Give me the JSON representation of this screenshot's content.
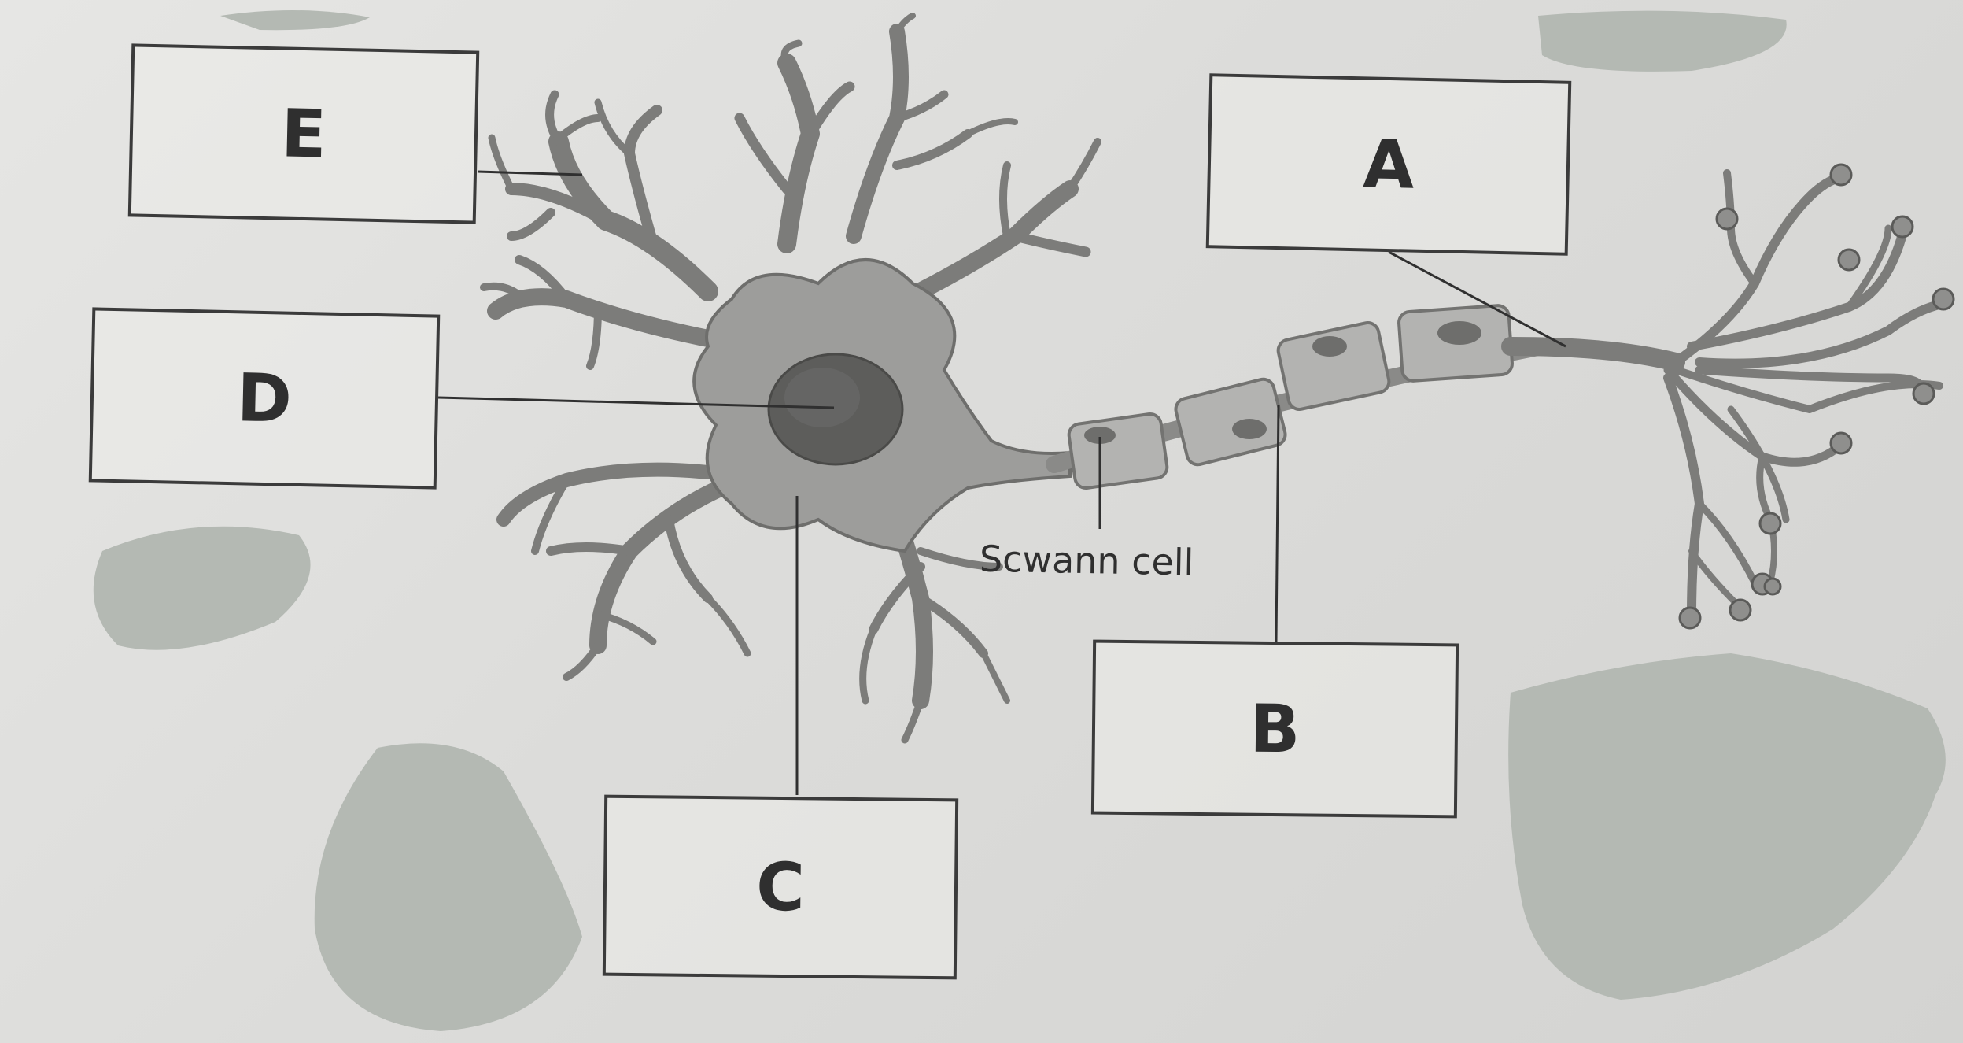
{
  "labels": {
    "a": "A",
    "b": "B",
    "c": "C",
    "d": "D",
    "e": "E"
  },
  "annotation": {
    "schwann_cell": "Scwann cell"
  },
  "colors": {
    "neuron_fill": "#9d9d9b",
    "neuron_outline": "#6e6e6c",
    "nucleus": "#5d5d5b",
    "schwann_fill": "#b3b3b1",
    "leader_line": "#303030",
    "redaction": "#b4b9b3"
  }
}
